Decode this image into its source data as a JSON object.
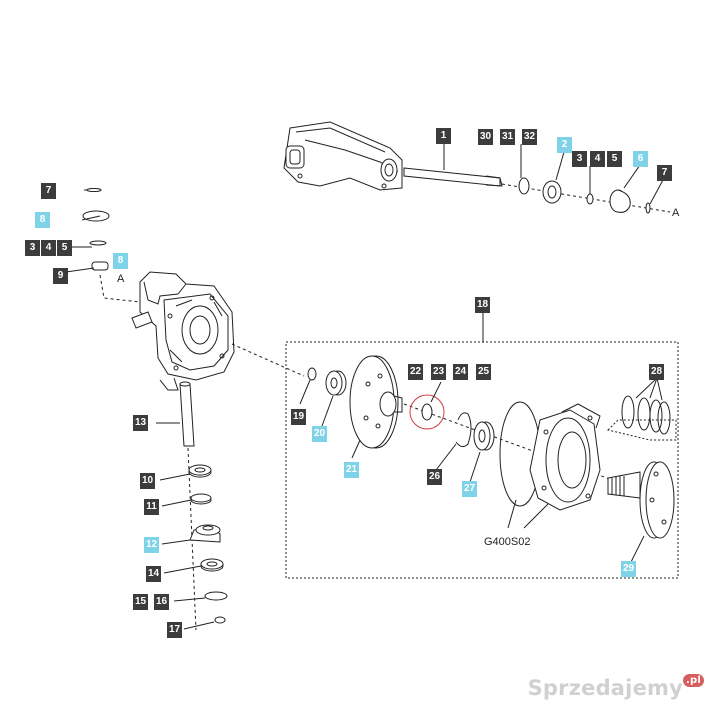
{
  "colors": {
    "callout_dark": "#3c3c3c",
    "callout_blue": "#7fd3e8",
    "line": "#222222",
    "ring_highlight": "#d23b3b"
  },
  "callouts_top": {
    "c1": "1",
    "c30": "30",
    "c31": "31",
    "c32": "32",
    "c2": "2",
    "c3": "3",
    "c4": "4",
    "c5": "5",
    "c6": "6",
    "c7": "7"
  },
  "callouts_left": {
    "c7": "7",
    "c8a": "8",
    "c3": "3",
    "c4": "4",
    "c5": "5",
    "c9": "9",
    "c8b": "8",
    "c13": "13",
    "c10": "10",
    "c11": "11",
    "c12": "12",
    "c14": "14",
    "c15": "15",
    "c16": "16",
    "c17": "17"
  },
  "callouts_box": {
    "c18": "18",
    "c22": "22",
    "c23": "23",
    "c24": "24",
    "c25": "25",
    "c28": "28",
    "c19": "19",
    "c20": "20",
    "c21": "21",
    "c26": "26",
    "c27": "27",
    "c29": "29"
  },
  "labels": {
    "ref_a_top": "A",
    "ref_a_left": "A",
    "kit_code": "G400S02"
  },
  "watermark": {
    "text": "Sprzedajemy",
    "suffix": ".pl"
  }
}
